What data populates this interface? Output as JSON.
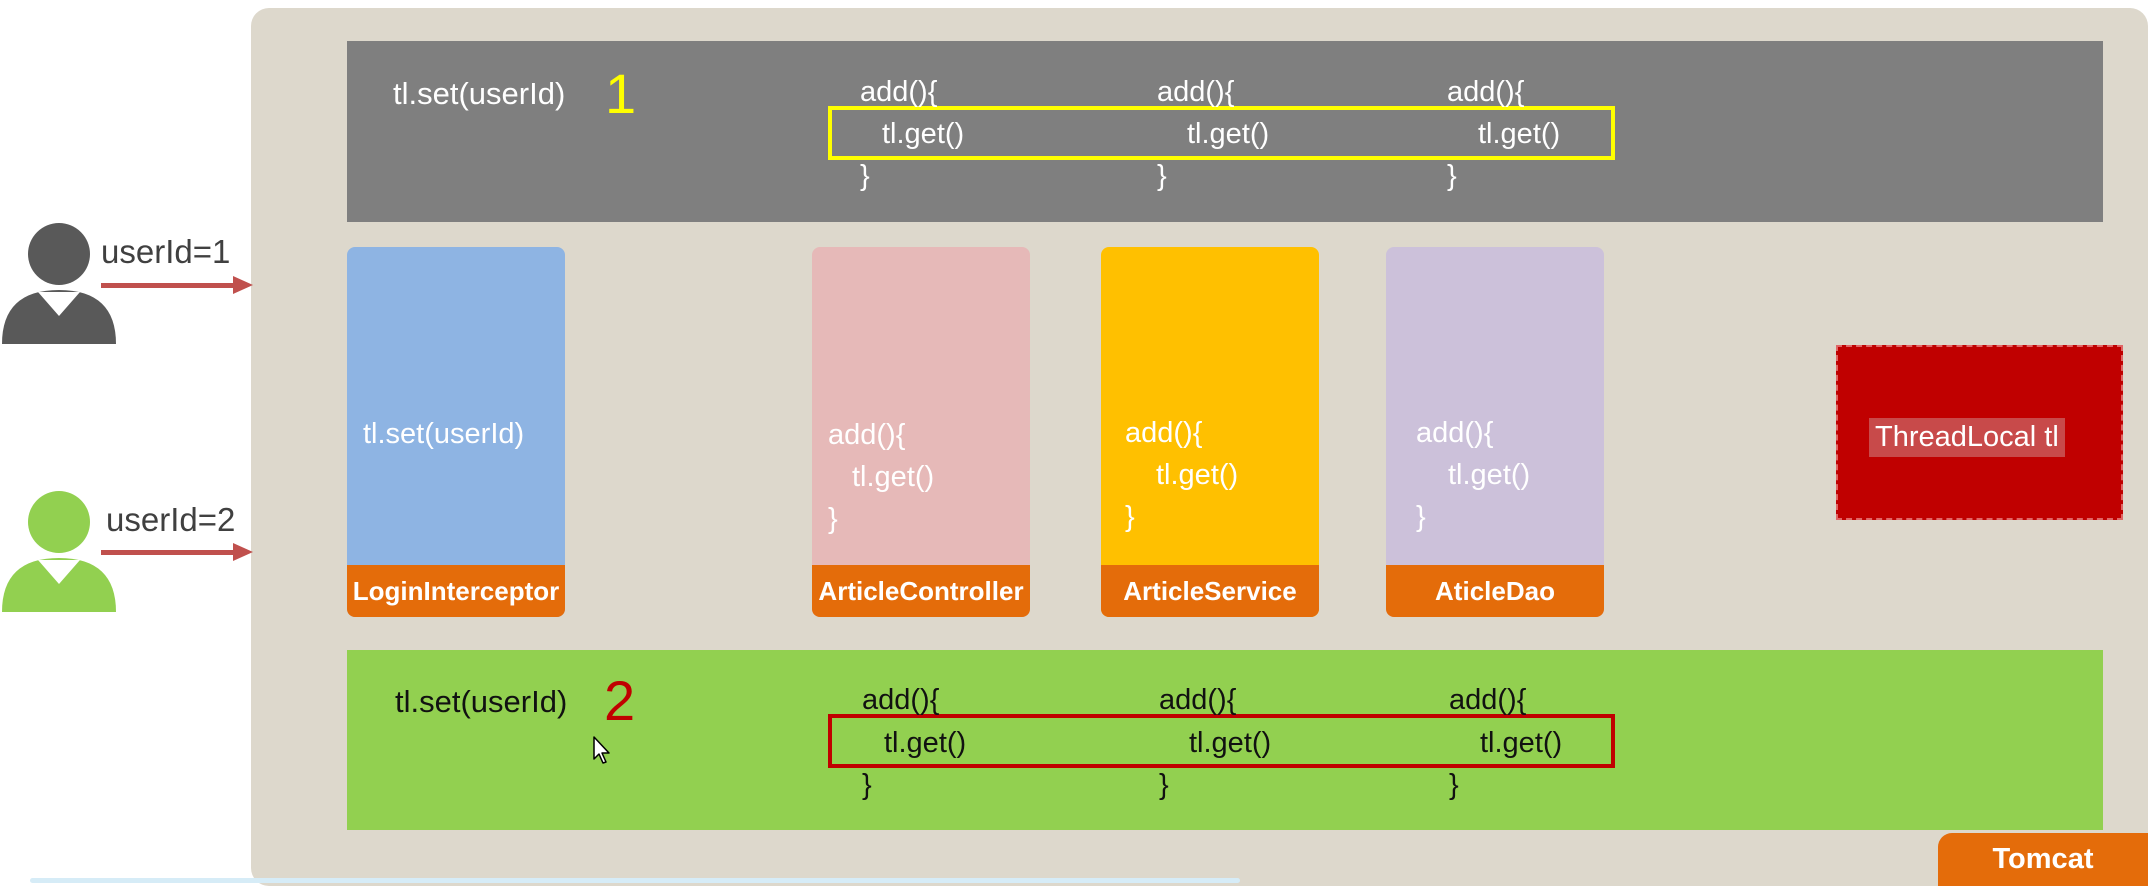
{
  "container_label": "Tomcat",
  "users": [
    {
      "label": "userId=1",
      "color": "#595959"
    },
    {
      "label": "userId=2",
      "color": "#92d050"
    }
  ],
  "bands": {
    "top": {
      "set_text": "tl.set(userId)",
      "number": "1",
      "number_color": "#ffff00",
      "highlight_color": "#ffff00",
      "methods": [
        {
          "open": "add(){",
          "get": "tl.get()",
          "close": "}"
        },
        {
          "open": "add(){",
          "get": "tl.get()",
          "close": "}"
        },
        {
          "open": "add(){",
          "get": "tl.get()",
          "close": "}"
        }
      ]
    },
    "bottom": {
      "set_text": "tl.set(userId)",
      "number": "2",
      "number_color": "#c00000",
      "highlight_color": "#c00000",
      "methods": [
        {
          "open": "add(){",
          "get": "tl.get()",
          "close": "}"
        },
        {
          "open": "add(){",
          "get": "tl.get()",
          "close": "}"
        },
        {
          "open": "add(){",
          "get": "tl.get()",
          "close": "}"
        }
      ]
    }
  },
  "components": [
    {
      "name": "LoginInterceptor",
      "code": "tl.set(userId)",
      "color": "#8eb4e3"
    },
    {
      "name": "ArticleController",
      "code": [
        "add(){",
        "tl.get()",
        "}"
      ],
      "color": "#e6b9b8"
    },
    {
      "name": "ArticleService",
      "code": [
        "add(){",
        "tl.get()",
        "}"
      ],
      "color": "#ffc000"
    },
    {
      "name": "AticleDao",
      "code": [
        "add(){",
        "tl.get()",
        "}"
      ],
      "color": "#ccc1da"
    }
  ],
  "threadlocal": {
    "label": "ThreadLocal   tl",
    "color": "#c00000"
  }
}
